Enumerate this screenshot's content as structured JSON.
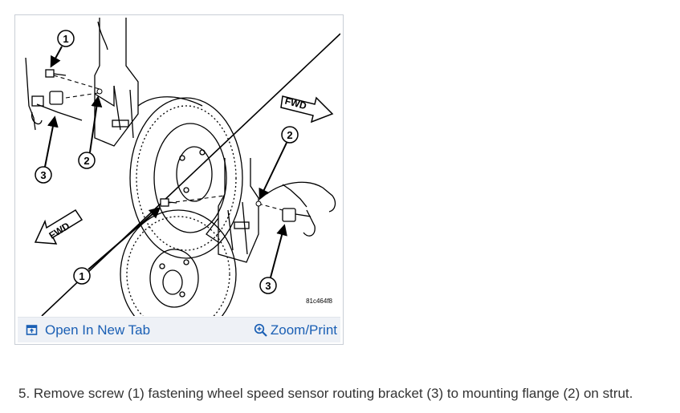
{
  "figure": {
    "callouts": [
      "1",
      "2",
      "3",
      "2",
      "1",
      "3"
    ],
    "fwd_labels": [
      "FWD",
      "FWD"
    ],
    "figure_code": "81c464f8"
  },
  "toolbar": {
    "open_label": "Open In New Tab",
    "open_icon": "open-in-new-tab-icon",
    "zoom_label": "Zoom/Print",
    "zoom_icon": "zoom-magnifier-icon"
  },
  "instruction": "5. Remove screw (1) fastening wheel speed sensor routing bracket (3) to mounting flange (2) on strut.",
  "colors": {
    "link": "#1a5fb4",
    "toolbar_bg": "#eef1f6",
    "card_border": "#c9ced6",
    "text": "#333333"
  }
}
